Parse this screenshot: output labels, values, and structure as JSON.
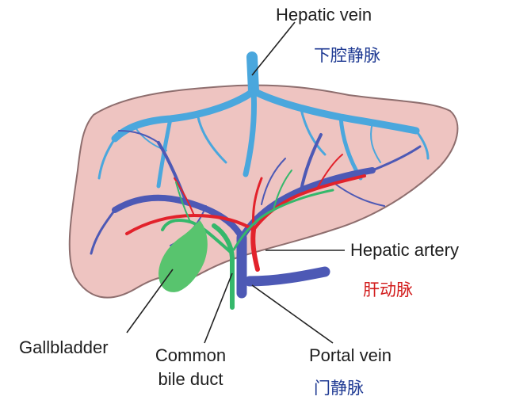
{
  "labels": {
    "hepatic_vein": "Hepatic vein",
    "hepatic_vein_zh": "下腔静脉",
    "hepatic_artery": "Hepatic artery",
    "hepatic_artery_zh": "肝动脉",
    "gallbladder": "Gallbladder",
    "common_bile_duct_line1": "Common",
    "common_bile_duct_line2": "bile duct",
    "portal_vein": "Portal vein",
    "portal_vein_zh": "门静脉"
  },
  "colors": {
    "liver_fill": "#eec4c1",
    "liver_outline": "#8e6e6e",
    "hepatic_vein": "#4aa7dd",
    "portal_vein": "#4d59b5",
    "hepatic_artery": "#e2222b",
    "bile": "#35b86b",
    "gallbladder": "#58c46e",
    "zh_blue": "#1f3a93",
    "zh_red": "#d21c1c",
    "leader": "#222222"
  }
}
